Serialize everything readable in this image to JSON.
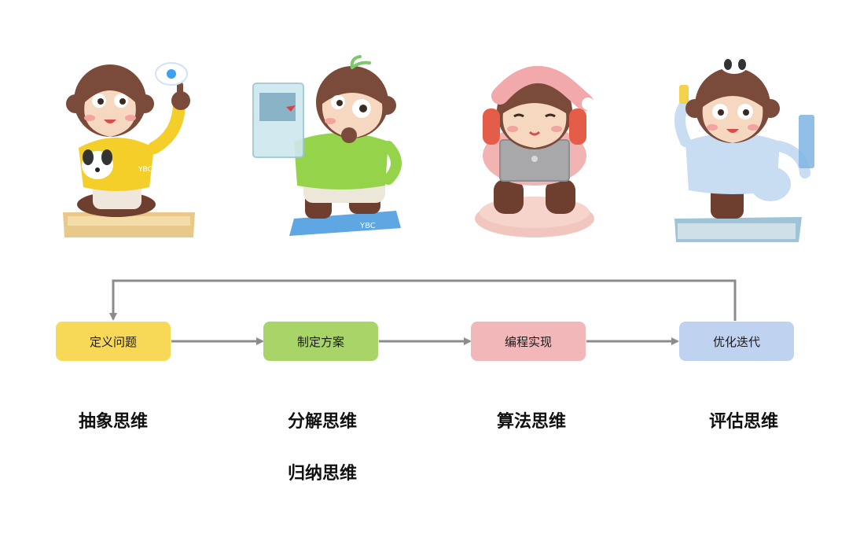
{
  "steps": [
    {
      "label": "定义问题",
      "color": "#f7d957"
    },
    {
      "label": "制定方案",
      "color": "#a9d468"
    },
    {
      "label": "编程实现",
      "color": "#f2b7b9"
    },
    {
      "label": "优化迭代",
      "color": "#bfd2f0"
    }
  ],
  "thinking_modes": [
    [
      "抽象思维"
    ],
    [
      "分解思维",
      "归纳思维"
    ],
    [
      "算法思维"
    ],
    [
      "评估思维"
    ]
  ],
  "figures": [
    {
      "name": "monkey-yellow-sweater",
      "sweater_text": "YBC",
      "base_text": ""
    },
    {
      "name": "monkey-green-jacket",
      "sweater_text": "",
      "base_text": "YBC"
    },
    {
      "name": "monkey-laptop",
      "sweater_text": "",
      "base_text": ""
    },
    {
      "name": "monkey-blue-suit",
      "sweater_text": "",
      "base_text": ""
    }
  ],
  "colors": {
    "arrow": "#8c8c8c",
    "monkey_fur": "#7a4a3a",
    "monkey_face": "#f6d7c0"
  }
}
